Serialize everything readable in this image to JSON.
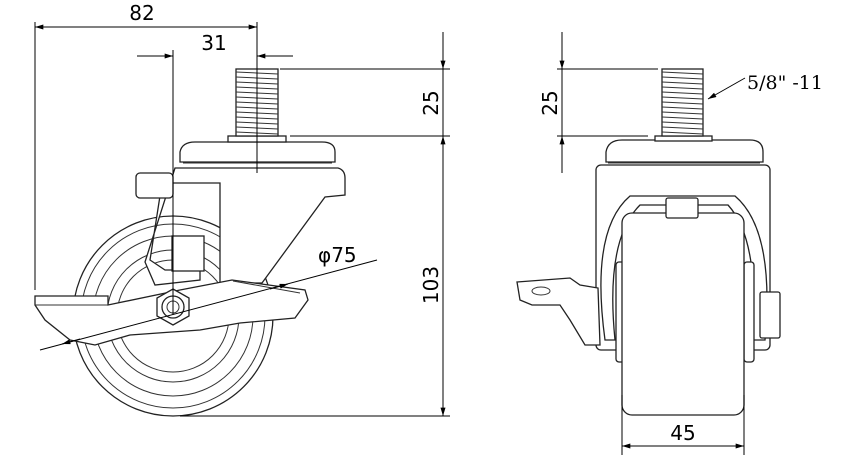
{
  "title": "Caster wheel technical drawing",
  "side_view": {
    "dim_overall_width": "82",
    "dim_offset": "31",
    "dim_stem_height": "25",
    "dim_total_height": "103",
    "dim_wheel_diameter": "φ75"
  },
  "front_view": {
    "dim_stem_height": "25",
    "thread_spec": "5/8\" -11",
    "dim_wheel_width": "45"
  }
}
